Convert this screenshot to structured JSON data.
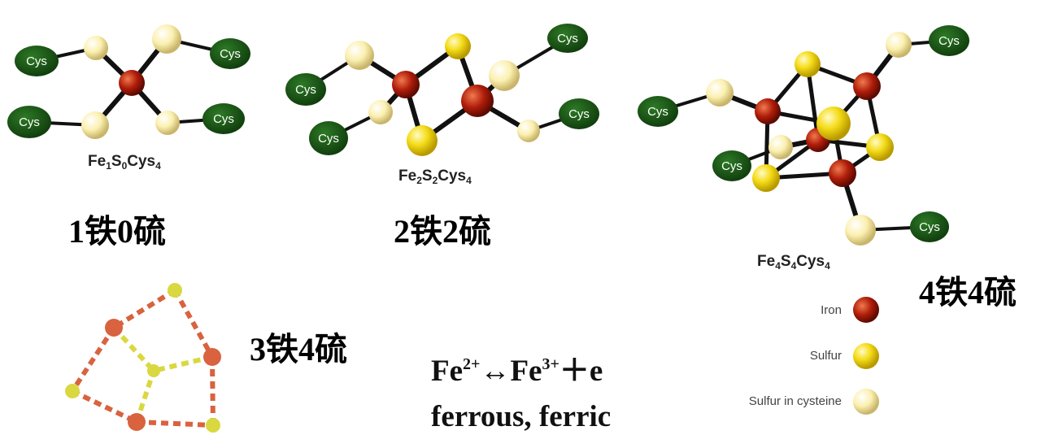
{
  "cys_label": "Cys",
  "structures": {
    "fe1s0": {
      "fe": "Fe",
      "fe_n": "1",
      "s": "S",
      "s_n": "0",
      "cys": "Cys",
      "cys_n": "4",
      "caption": "1铁0硫"
    },
    "fe2s2": {
      "fe": "Fe",
      "fe_n": "2",
      "s": "S",
      "s_n": "2",
      "cys": "Cys",
      "cys_n": "4",
      "caption": "2铁2硫"
    },
    "fe4s4": {
      "fe": "Fe",
      "fe_n": "4",
      "s": "S",
      "s_n": "4",
      "cys": "Cys",
      "cys_n": "4",
      "caption": "4铁4硫"
    },
    "fe3s4": {
      "caption": "3铁4硫"
    }
  },
  "equation": {
    "fe_a": "Fe",
    "ch_a": "2+",
    "arrow": "↔",
    "fe_b": "Fe",
    "ch_b": "3+",
    "plus_e": "＋e",
    "line2": "ferrous, ferric"
  },
  "legend": [
    {
      "label": "Iron",
      "color": "#b01d0a"
    },
    {
      "label": "Sulfur",
      "color": "#f2d20a"
    },
    {
      "label": "Sulfur in cysteine",
      "color": "#fbf2b4"
    }
  ],
  "colors": {
    "cys": "#1d5e18",
    "iron": "#b01d0a",
    "sulfur": "#f2d20a",
    "cys_sulfur": "#fbf2b4",
    "fe3s4_iron": "#d9623f",
    "fe3s4_sulfur": "#d9d840"
  }
}
